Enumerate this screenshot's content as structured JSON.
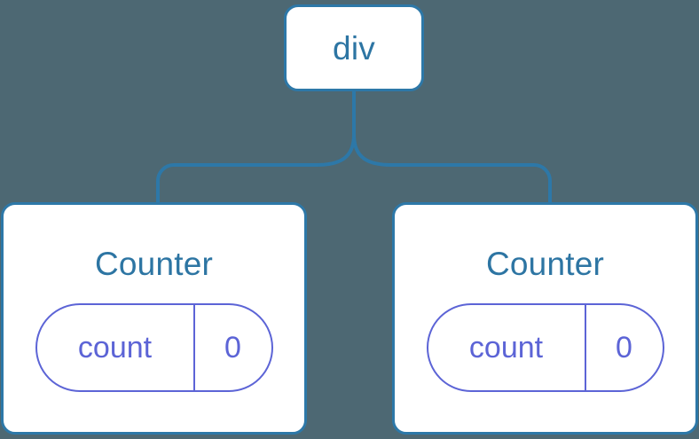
{
  "diagram": {
    "type": "component-tree",
    "title": "React component tree with div parent and two Counter children",
    "background_color": "#4d6873",
    "node_border_color": "#2d78a8",
    "node_text_color": "#2d75a3",
    "state_pill_color": "#5c64d6",
    "connector_color": "#2d78a8"
  },
  "root": {
    "label": "div"
  },
  "children": [
    {
      "label": "Counter",
      "state": {
        "key": "count",
        "value": "0"
      }
    },
    {
      "label": "Counter",
      "state": {
        "key": "count",
        "value": "0"
      }
    }
  ]
}
